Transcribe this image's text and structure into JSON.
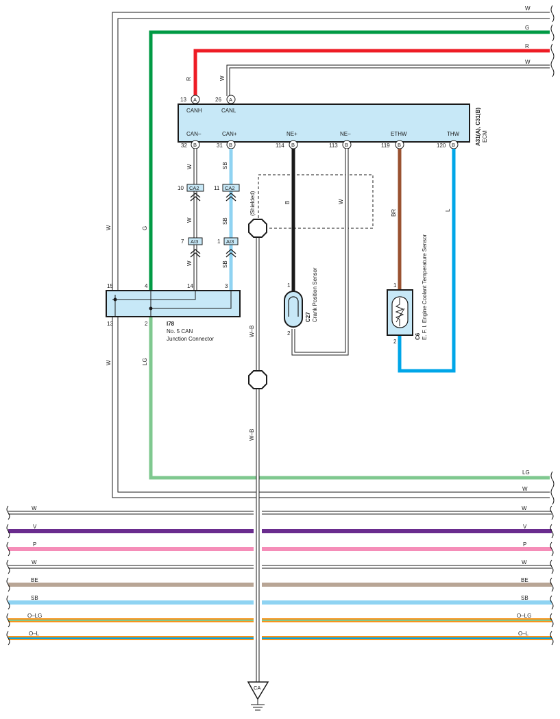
{
  "colors": {
    "W": "#ffffff",
    "G": "#009a44",
    "R": "#ee1c25",
    "LG": "#7fc88f",
    "SB": "#8fd3f2",
    "B": "#1a1a1a",
    "BR": "#9a5231",
    "L": "#00a6e8",
    "V": "#6a2c8e",
    "P": "#f58db8",
    "BE": "#b8a595",
    "O": "#f7941d",
    "box": "#c7e8f7",
    "ink": "#1a1a1a"
  },
  "top_wires": [
    {
      "label": "W"
    },
    {
      "label": "G"
    },
    {
      "label": "R"
    },
    {
      "label": "W"
    }
  ],
  "mid_wires": [
    {
      "label": "LG"
    },
    {
      "label": "W"
    }
  ],
  "bottom_wires": [
    {
      "label_left": "W",
      "label_right": "W"
    },
    {
      "label_left": "V",
      "label_right": "V"
    },
    {
      "label_left": "P",
      "label_right": "P"
    },
    {
      "label_left": "W",
      "label_right": "W"
    },
    {
      "label_left": "BE",
      "label_right": "BE"
    },
    {
      "label_left": "SB",
      "label_right": "SB"
    },
    {
      "label_left": "O–LG",
      "label_right": "O–LG"
    },
    {
      "label_left": "O–L",
      "label_right": "O–L"
    }
  ],
  "ecm": {
    "title": "A31(A), C31(B)",
    "subtitle": "ECM",
    "terminals_top": [
      {
        "name": "CANH",
        "pin": "13",
        "conn": "A"
      },
      {
        "name": "CANL",
        "pin": "26",
        "conn": "A"
      }
    ],
    "terminals_bottom": [
      {
        "name": "CAN–",
        "pin": "32",
        "conn": "B"
      },
      {
        "name": "CAN+",
        "pin": "31",
        "conn": "B"
      },
      {
        "name": "NE+",
        "pin": "114",
        "conn": "B"
      },
      {
        "name": "NE–",
        "pin": "113",
        "conn": "B"
      },
      {
        "name": "ETHW",
        "pin": "119",
        "conn": "B"
      },
      {
        "name": "THW",
        "pin": "120",
        "conn": "B"
      }
    ]
  },
  "wire_labels": {
    "canh": "R",
    "canl": "W",
    "can_minus_1": "W",
    "can_minus_2": "W",
    "can_minus_3": "W",
    "can_plus_1": "SB",
    "can_plus_2": "SB",
    "can_plus_3": "SB",
    "ne_plus": "B",
    "ne_minus": "W",
    "ethw": "BR",
    "thw": "L",
    "left_w": "W",
    "left_g": "G",
    "left_lg": "LG",
    "left_w2": "W",
    "ground_1": "W–B",
    "ground_2": "W–B"
  },
  "inline_connectors": [
    {
      "pin": "10",
      "name": "CA2"
    },
    {
      "pin": "11",
      "name": "CA2"
    },
    {
      "pin": "7",
      "name": "AI3"
    },
    {
      "pin": "1",
      "name": "AI3"
    }
  ],
  "shield_label": "(Shielded)",
  "junction": {
    "code": "I78",
    "name_line1": "No. 5 CAN",
    "name_line2": "Junction Connector",
    "pins_top": [
      "15",
      "4",
      "14",
      "3"
    ],
    "pins_bottom": [
      "13",
      "2"
    ]
  },
  "crank_sensor": {
    "code": "C27",
    "name": "Crank Position Sensor",
    "pin1": "1",
    "pin2": "2"
  },
  "coolant_sensor": {
    "code": "C6",
    "name": "E. F. I. Engine Coolant Temperature Sensor",
    "pin1": "1",
    "pin2": "2"
  },
  "ground": {
    "label": "CA"
  }
}
